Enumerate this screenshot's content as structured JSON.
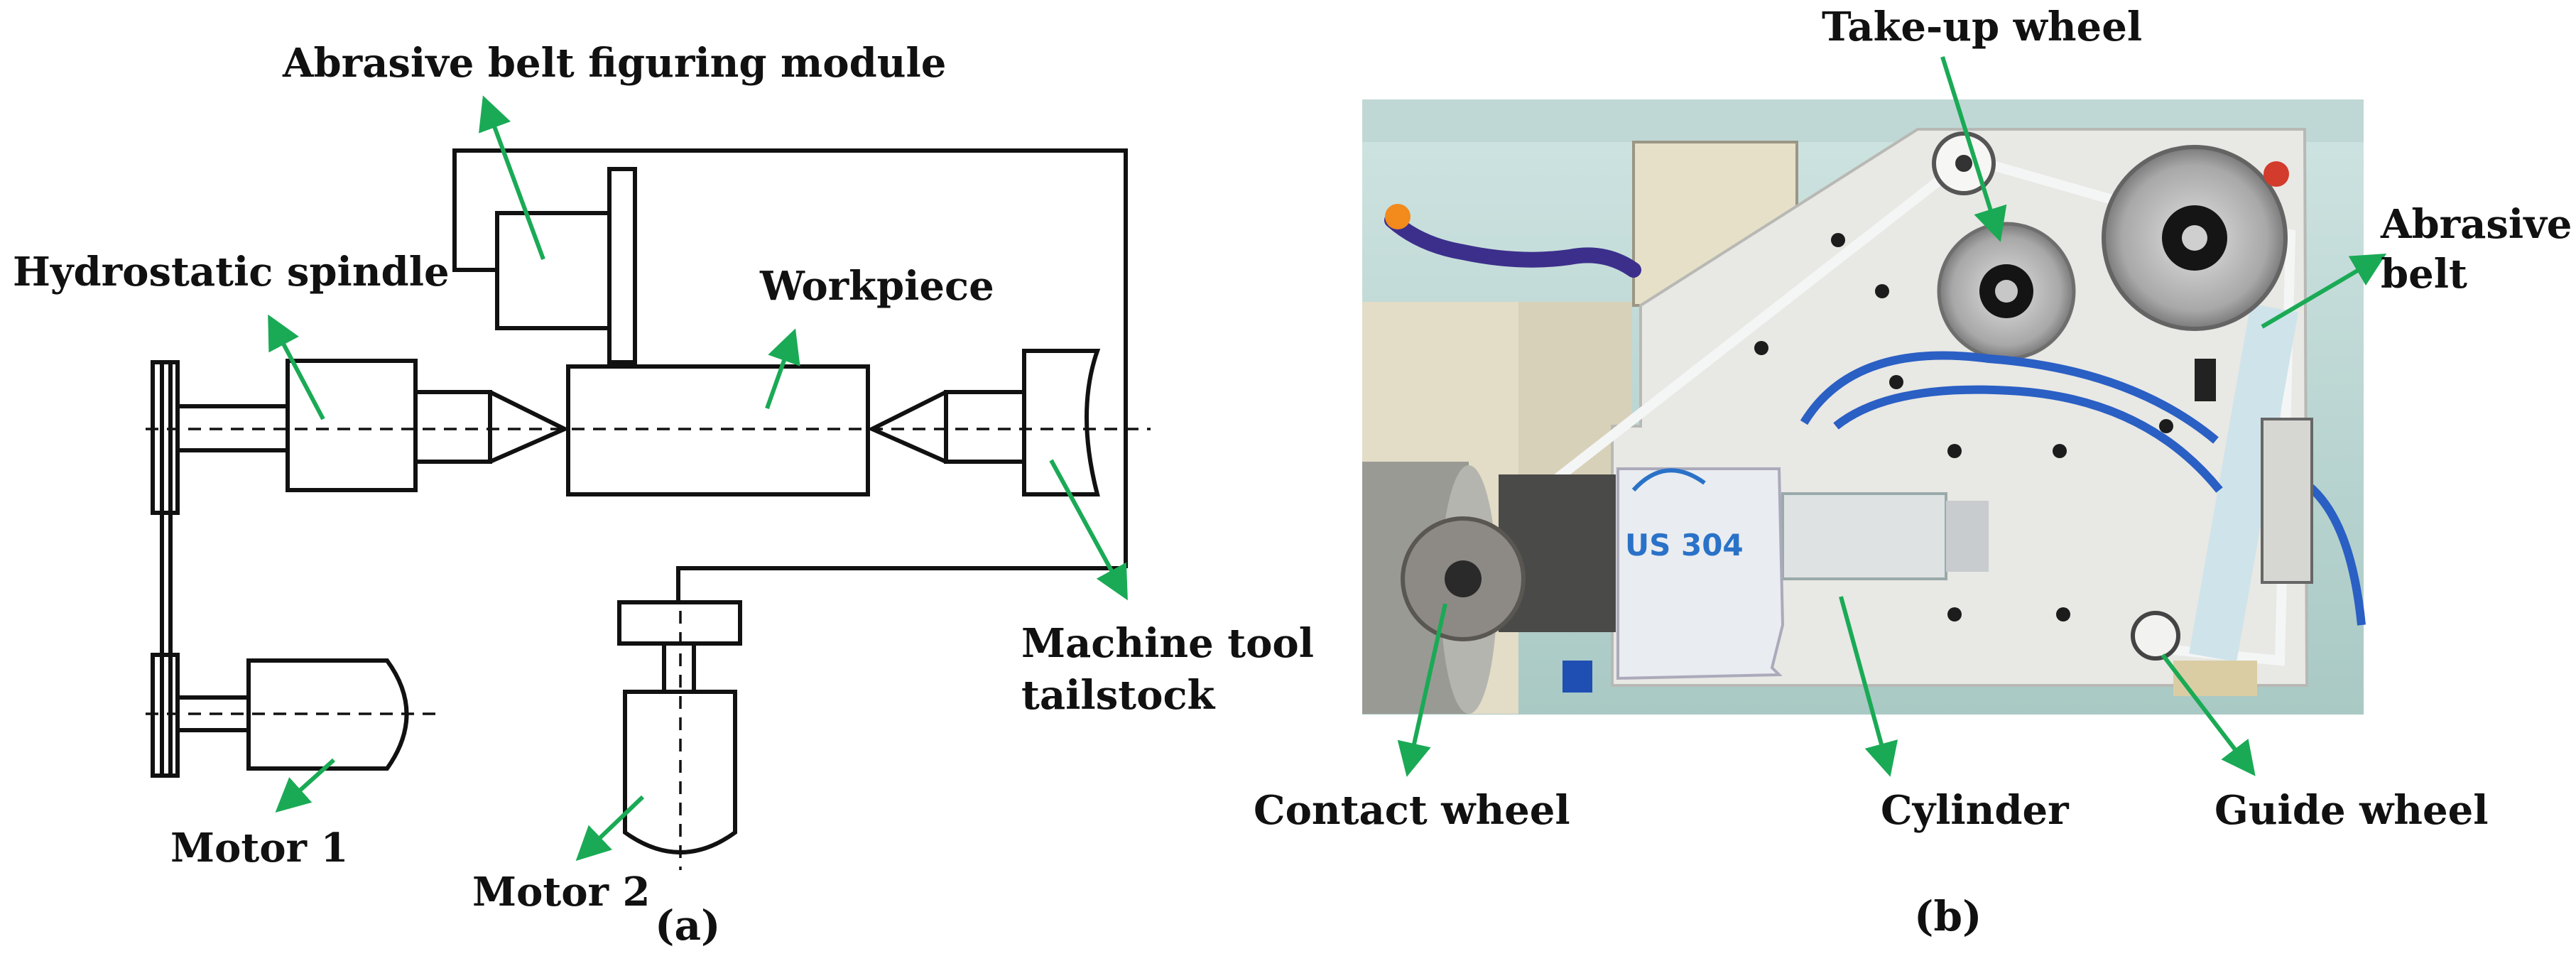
{
  "panel_a": {
    "caption": "(a)",
    "labels": {
      "figuring_module": "Abrasive belt figuring module",
      "spindle": "Hydrostatic spindle",
      "workpiece": "Workpiece",
      "tailstock_line1": "Machine tool",
      "tailstock_line2": "tailstock",
      "motor1": "Motor 1",
      "motor2": "Motor 2"
    }
  },
  "panel_b": {
    "caption": "(b)",
    "plate_text": "US 304",
    "labels": {
      "takeup_wheel": "Take-up wheel",
      "abrasive_belt_line1": "Abrasive",
      "abrasive_belt_line2": "belt",
      "contact_wheel": "Contact wheel",
      "cylinder": "Cylinder",
      "guide_wheel": "Guide wheel"
    }
  },
  "colors": {
    "arrow": "#1aaa55",
    "line": "#111111",
    "hose": "#2a5fc4",
    "plate_text": "#2a72c8"
  }
}
